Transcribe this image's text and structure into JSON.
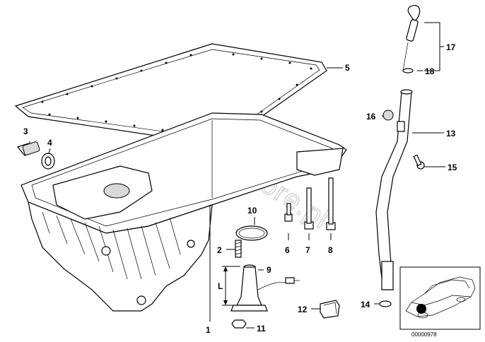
{
  "diagram": {
    "callouts": [
      {
        "id": "c1",
        "text": "1"
      },
      {
        "id": "c2",
        "text": "2"
      },
      {
        "id": "c3",
        "text": "3"
      },
      {
        "id": "c4",
        "text": "4"
      },
      {
        "id": "c5",
        "text": "5"
      },
      {
        "id": "c6",
        "text": "6"
      },
      {
        "id": "c7",
        "text": "7"
      },
      {
        "id": "c8",
        "text": "8"
      },
      {
        "id": "c9",
        "text": "9"
      },
      {
        "id": "c10",
        "text": "10"
      },
      {
        "id": "c11",
        "text": "11"
      },
      {
        "id": "c12",
        "text": "12"
      },
      {
        "id": "c13",
        "text": "13"
      },
      {
        "id": "c14",
        "text": "14"
      },
      {
        "id": "c15",
        "text": "15"
      },
      {
        "id": "c16",
        "text": "16"
      },
      {
        "id": "c17",
        "text": "17"
      },
      {
        "id": "c18",
        "text": "18"
      }
    ],
    "dimension_label": "L",
    "watermark": "www.BMWstore.pl",
    "inset_code": "00000978"
  }
}
